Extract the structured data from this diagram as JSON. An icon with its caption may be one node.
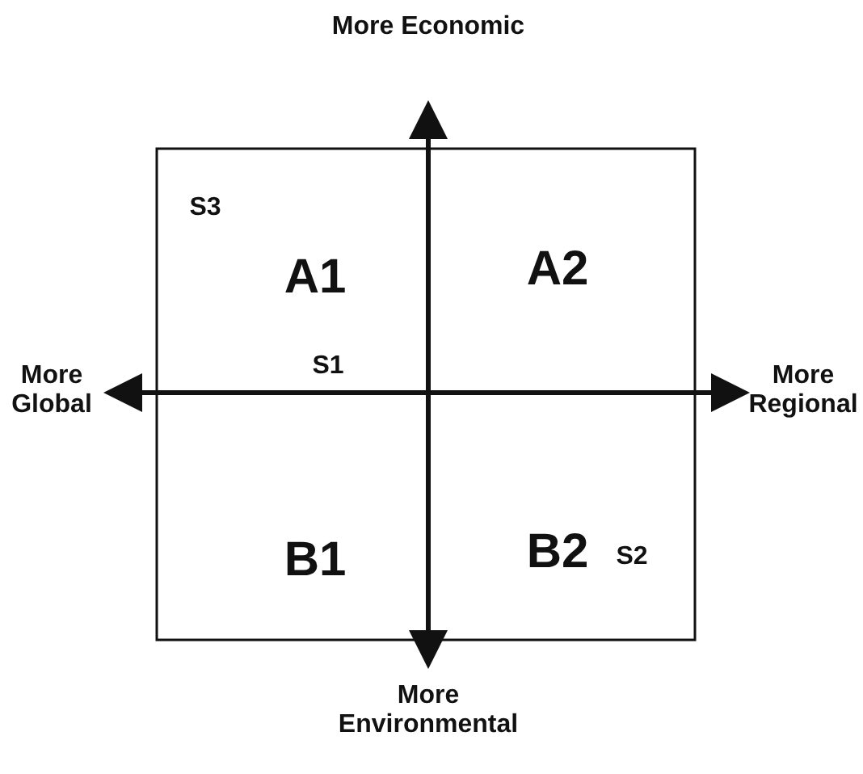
{
  "diagram": {
    "labels": [
      "More Economic",
      "S3",
      "A1",
      "A2",
      "More Global",
      "S1",
      "More Regional",
      "B1",
      "B2",
      "S2",
      "More Environmental"
    ]
  }
}
